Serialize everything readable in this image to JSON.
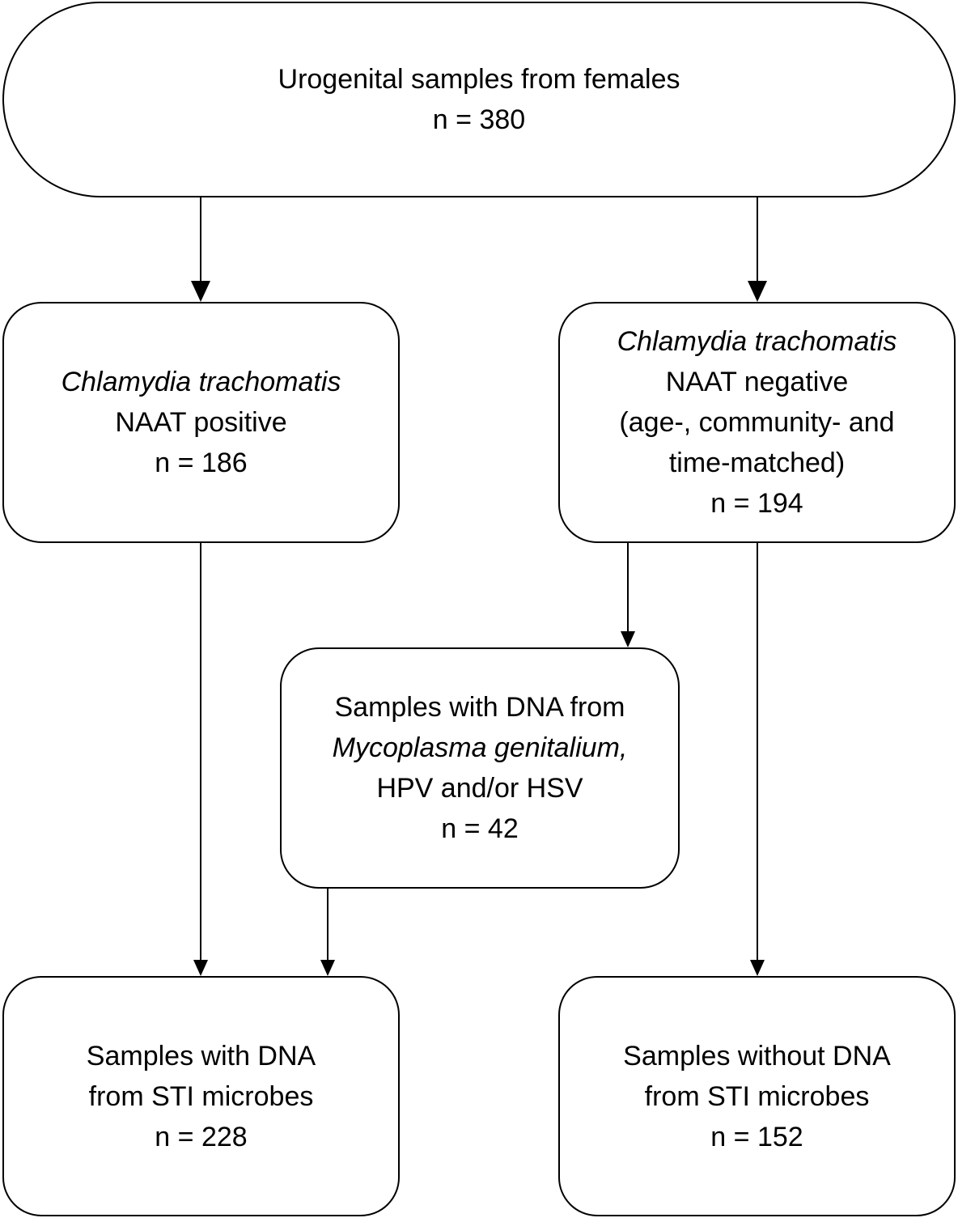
{
  "nodes": {
    "root": {
      "line1": "Urogenital samples from females",
      "count": "n = 380"
    },
    "positive": {
      "organism": "Chlamydia trachomatis",
      "line2": "NAAT positive",
      "count": "n = 186"
    },
    "negative": {
      "organism": "Chlamydia trachomatis",
      "line2": "NAAT negative",
      "line3": "(age-, community- and",
      "line4": "time-matched)",
      "count": "n = 194"
    },
    "other_sti": {
      "line1": "Samples with DNA from",
      "organism": "Mycoplasma genitalium,",
      "line3": "HPV and/or HSV",
      "count": "n = 42"
    },
    "with_dna": {
      "line1": "Samples with DNA",
      "line2": "from STI microbes",
      "count": "n = 228"
    },
    "without_dna": {
      "line1": "Samples without DNA",
      "line2": "from STI microbes",
      "count": "n = 152"
    }
  },
  "colors": {
    "stroke": "#000000",
    "fill": "#ffffff"
  }
}
